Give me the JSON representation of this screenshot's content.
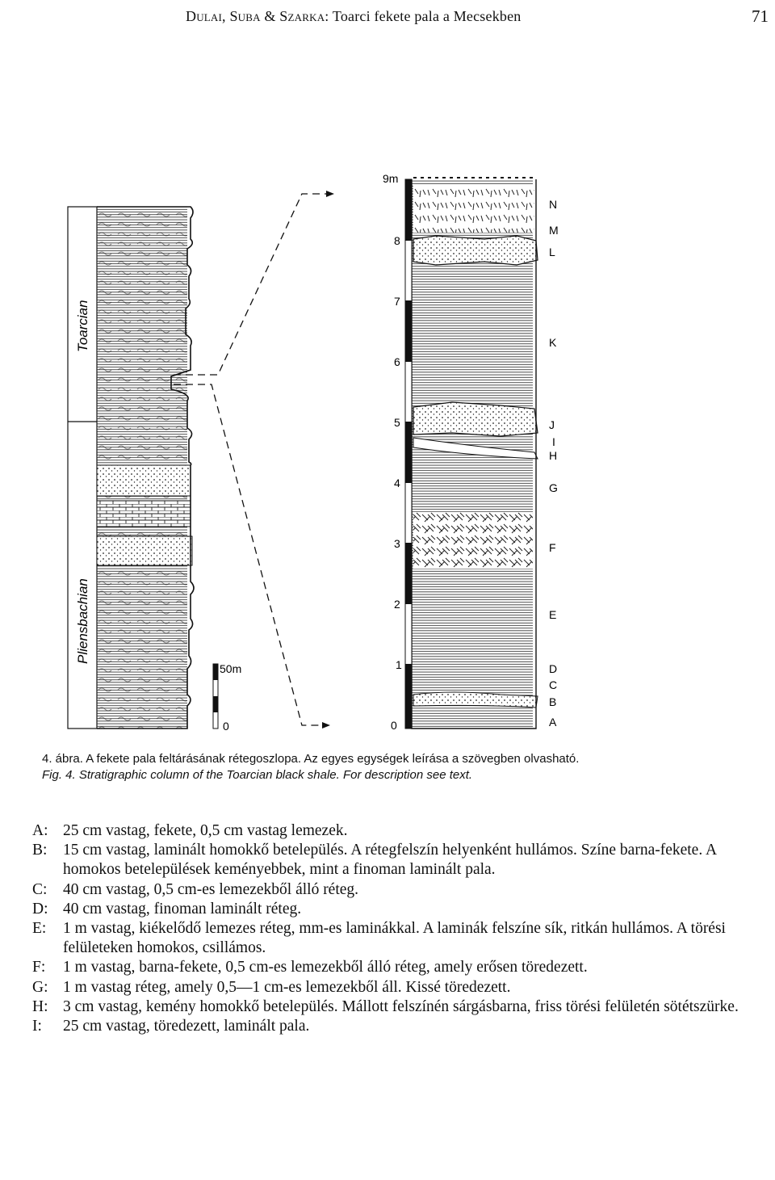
{
  "header": {
    "authors": "Dulai, Suba & Szarka:",
    "short_title": "Toarci fekete pala a Mecsekben",
    "page_number": "71"
  },
  "figure": {
    "left_column": {
      "stage_upper": "Toarcian",
      "stage_lower": "Pliensbachian",
      "scale_top": "50m",
      "scale_bottom": "0"
    },
    "right_column": {
      "meter_ticks": [
        "9m",
        "8",
        "7",
        "6",
        "5",
        "4",
        "3",
        "2",
        "1",
        "0"
      ],
      "unit_labels": [
        "N",
        "M",
        "L",
        "K",
        "J",
        "I",
        "H",
        "G",
        "F",
        "E",
        "D",
        "C",
        "B",
        "A"
      ]
    }
  },
  "caption": {
    "hu": "4. ábra. A fekete pala feltárásának rétegoszlopa. Az egyes egységek leírása a szövegben olvasható.",
    "en": "Fig. 4. Stratigraphic column of the Toarcian black shale. For description see text."
  },
  "descriptions": [
    {
      "letter": "A:",
      "text": "25 cm vastag, fekete, 0,5 cm vastag lemezek."
    },
    {
      "letter": "B:",
      "text": "15 cm vastag, laminált homokkő betelepülés. A rétegfelszín helyenként hullámos. Színe barna-fekete. A homokos betelepülések keményebbek, mint a finoman laminált pala."
    },
    {
      "letter": "C:",
      "text": "40 cm vastag, 0,5 cm-es lemezekből álló réteg."
    },
    {
      "letter": "D:",
      "text": "40 cm vastag, finoman laminált réteg."
    },
    {
      "letter": "E:",
      "text": "1 m vastag, kiékelődő lemezes réteg, mm-es laminákkal. A laminák felszíne sík, ritkán hullámos. A törési felületeken homokos, csillámos."
    },
    {
      "letter": "F:",
      "text": "1 m vastag, barna-fekete, 0,5 cm-es lemezekből álló réteg, amely erősen töredezett."
    },
    {
      "letter": "G:",
      "text": "1 m vastag réteg, amely 0,5—1 cm-es lemezekből áll. Kissé töredezett."
    },
    {
      "letter": "H:",
      "text": "3 cm vastag, kemény homokkő betelepülés. Mállott felszínén sárgásbarna, friss törési felületén sötétszürke."
    },
    {
      "letter": "I:",
      "text": "25 cm vastag, töredezett, laminált pala."
    }
  ]
}
